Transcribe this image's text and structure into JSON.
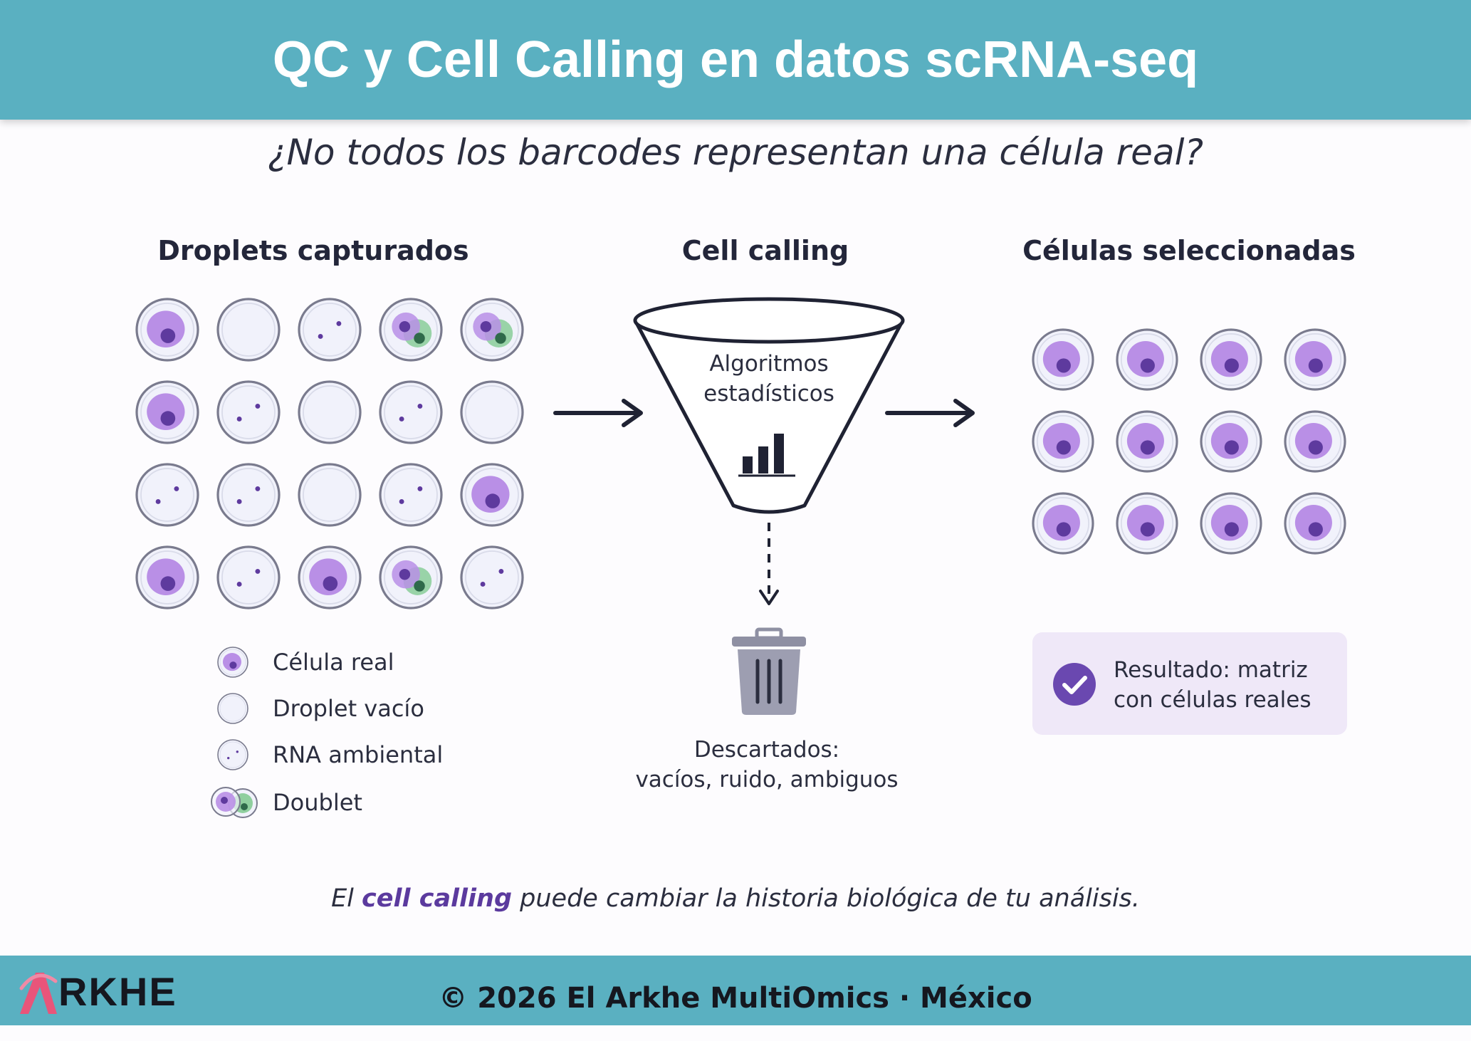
{
  "header": {
    "title": "QC y Cell Calling en datos scRNA-seq"
  },
  "subtitle": "¿No todos los barcodes representan una célula real?",
  "columns": {
    "left_title": "Droplets capturados",
    "middle_title": "Cell calling",
    "right_title": "Células seleccionadas"
  },
  "droplet_grid": [
    [
      "real",
      "empty",
      "ambient",
      "doublet",
      "doublet"
    ],
    [
      "real",
      "ambient",
      "empty",
      "ambient",
      "empty"
    ],
    [
      "ambient",
      "ambient",
      "empty",
      "ambient",
      "real"
    ],
    [
      "real",
      "ambient",
      "real",
      "doublet",
      "ambient"
    ]
  ],
  "selected_cells": {
    "rows": 3,
    "cols": 4
  },
  "legend": [
    {
      "type": "real",
      "label": "Célula real"
    },
    {
      "type": "empty",
      "label": "Droplet vacío"
    },
    {
      "type": "ambient",
      "label": "RNA ambiental"
    },
    {
      "type": "doublet",
      "label": "Doublet"
    }
  ],
  "funnel": {
    "line1": "Algoritmos",
    "line2": "estadísticos",
    "icon": "bar-chart-icon"
  },
  "discard": {
    "line1": "Descartados:",
    "line2": "vacíos, ruido, ambiguos",
    "icon": "trash-icon"
  },
  "result": {
    "line1": "Resultado: matriz",
    "line2": "con células reales",
    "icon": "check-circle-icon"
  },
  "footnote": {
    "before": "El ",
    "emphasis": "cell calling",
    "after": " puede cambiar la historia biológica de tu análisis."
  },
  "footer": {
    "text": "© 2026 El Arkhe MultiOmics · México",
    "logo_text": "RKHE",
    "logo_letter": "A"
  },
  "colors": {
    "header_bg": "#5ab0c1",
    "cell_purple": "#b98fe6",
    "nucleus": "#5e3a9e",
    "doublet_green": "#8fcf9e",
    "accent": "#5b3a9e"
  }
}
